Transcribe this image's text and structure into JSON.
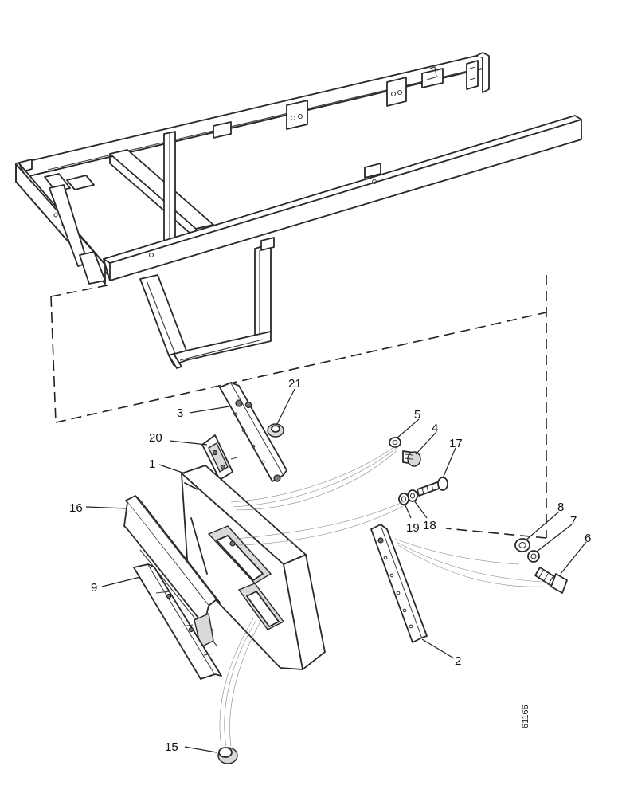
{
  "callouts": {
    "c1": "1",
    "c2": "2",
    "c3": "3",
    "c4": "4",
    "c5": "5",
    "c6": "6",
    "c7": "7",
    "c8": "8",
    "c9": "9",
    "c15": "15",
    "c16": "16",
    "c17": "17",
    "c18": "18",
    "c19": "19",
    "c20": "20",
    "c21": "21"
  },
  "drawing_code": "61166"
}
